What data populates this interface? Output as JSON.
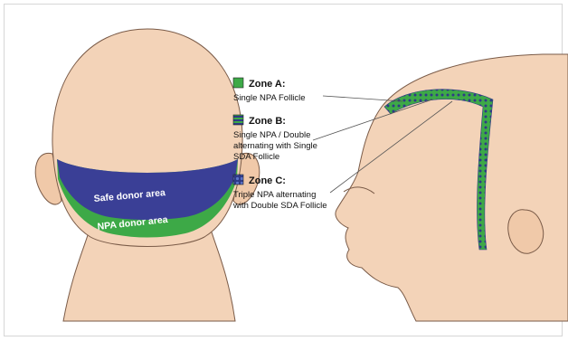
{
  "colors": {
    "skin": "#f3d3b8",
    "skin_shadow": "#e6b895",
    "outline": "#7a5b48",
    "safe_area": "#3a3f96",
    "npa_area": "#3da947",
    "zone_c_dot": "#5e74c9"
  },
  "labels": {
    "safe_donor": "Safe donor area",
    "npa_donor": "NPA donor area"
  },
  "legend": {
    "zone_a": {
      "title": "Zone A:",
      "lines": [
        "Single NPA Follicle"
      ],
      "icon": "green-swatch"
    },
    "zone_b": {
      "title": "Zone B:",
      "lines": [
        "Single NPA / Double",
        "alternating with Single",
        "SDA Follicle"
      ],
      "icon": "striped-swatch"
    },
    "zone_c": {
      "title": "Zone C:",
      "lines": [
        "Triple NPA alternating",
        "with Double SDA Follicle"
      ],
      "icon": "dotted-swatch"
    }
  }
}
